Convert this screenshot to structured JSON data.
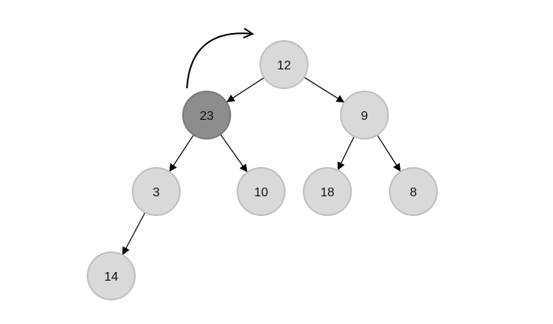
{
  "diagram": {
    "type": "binary-tree",
    "colors": {
      "node_fill": "#d9d9d9",
      "node_stroke": "#bfbfbf",
      "highlight_fill": "#8c8c8c",
      "highlight_stroke": "#7a7a7a",
      "edge": "#000000"
    },
    "nodes": [
      {
        "id": "n12",
        "label": "12",
        "highlighted": false
      },
      {
        "id": "n23",
        "label": "23",
        "highlighted": true
      },
      {
        "id": "n9",
        "label": "9",
        "highlighted": false
      },
      {
        "id": "n3",
        "label": "3",
        "highlighted": false
      },
      {
        "id": "n10",
        "label": "10",
        "highlighted": false
      },
      {
        "id": "n18",
        "label": "18",
        "highlighted": false
      },
      {
        "id": "n8",
        "label": "8",
        "highlighted": false
      },
      {
        "id": "n14",
        "label": "14",
        "highlighted": false
      }
    ],
    "edges": [
      {
        "from": "n12",
        "to": "n23"
      },
      {
        "from": "n12",
        "to": "n9"
      },
      {
        "from": "n23",
        "to": "n3"
      },
      {
        "from": "n23",
        "to": "n10"
      },
      {
        "from": "n9",
        "to": "n18"
      },
      {
        "from": "n9",
        "to": "n8"
      },
      {
        "from": "n3",
        "to": "n14"
      }
    ],
    "swap_arrow": {
      "from": "n23",
      "to": "n12"
    }
  }
}
